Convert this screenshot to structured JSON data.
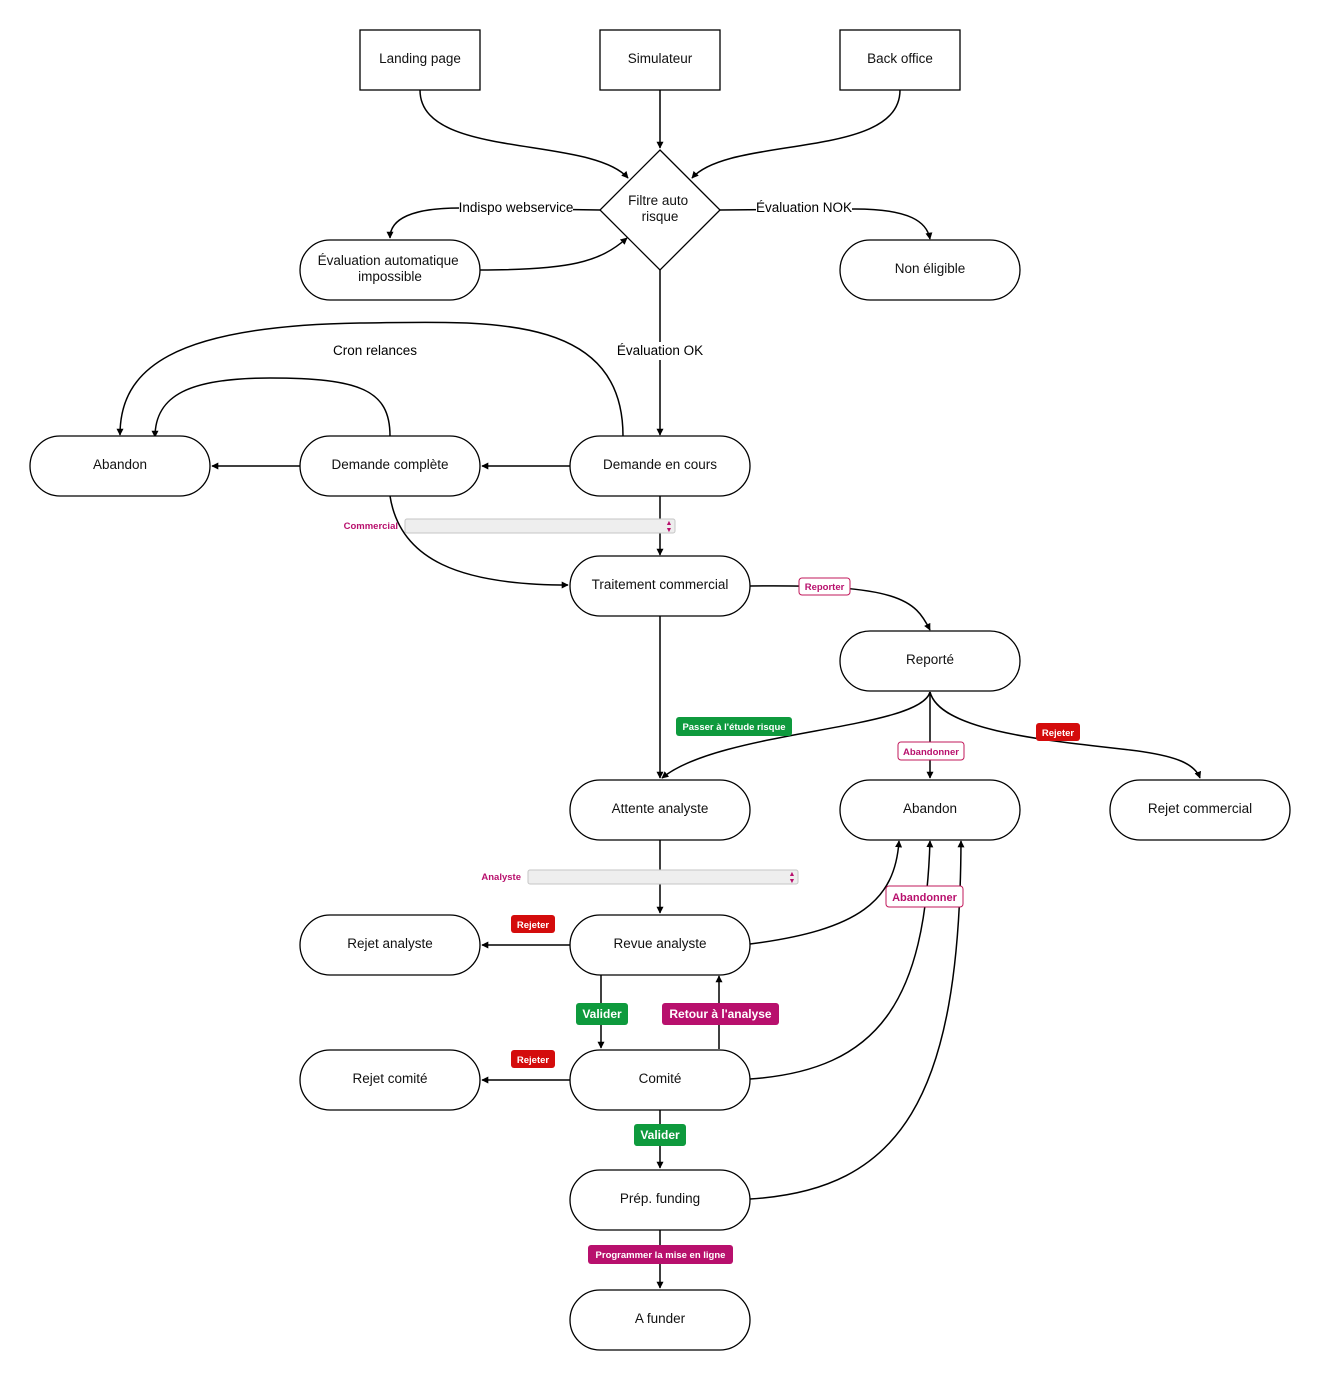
{
  "nodes": {
    "landing_page": "Landing page",
    "simulateur": "Simulateur",
    "back_office": "Back office",
    "filtre_auto_risque": [
      "Filtre auto",
      "risque"
    ],
    "evaluation_impossible": [
      "Évaluation automatique",
      "impossible"
    ],
    "non_eligible": "Non éligible",
    "abandon_left": "Abandon",
    "demande_complete": "Demande complète",
    "demande_en_cours": "Demande en cours",
    "traitement_commercial": "Traitement commercial",
    "reporte": "Reporté",
    "attente_analyste": "Attente analyste",
    "abandon_right": "Abandon",
    "rejet_commercial": "Rejet commercial",
    "rejet_analyste": "Rejet analyste",
    "revue_analyste": "Revue analyste",
    "rejet_comite": "Rejet comité",
    "comite": "Comité",
    "prep_funding": "Prép. funding",
    "a_funder": "A funder"
  },
  "edge_labels": {
    "indispo_webservice": "Indispo webservice",
    "evaluation_nok": "Évaluation NOK",
    "evaluation_ok": "Évaluation OK",
    "cron_relances": "Cron relances"
  },
  "selects": {
    "commercial": {
      "label": "Commercial",
      "value": ""
    },
    "analyste": {
      "label": "Analyste",
      "value": ""
    }
  },
  "badges": {
    "reporter": "Reporter",
    "passer_etude_risque": "Passer à l'étude risque",
    "abandonner_top": "Abandonner",
    "rejeter_top": "Rejeter",
    "rejeter_analyste": "Rejeter",
    "valider_analyste": "Valider",
    "retour_analyse": "Retour à l'analyse",
    "abandonner_bottom": "Abandonner",
    "rejeter_comite": "Rejeter",
    "valider_comite": "Valider",
    "programmer_mise_en_ligne": "Programmer la mise en ligne"
  },
  "colors": {
    "green": "#0e9a3d",
    "red": "#d40c0c",
    "magenta": "#b8106d",
    "outline_magenta": "#c2185b"
  }
}
